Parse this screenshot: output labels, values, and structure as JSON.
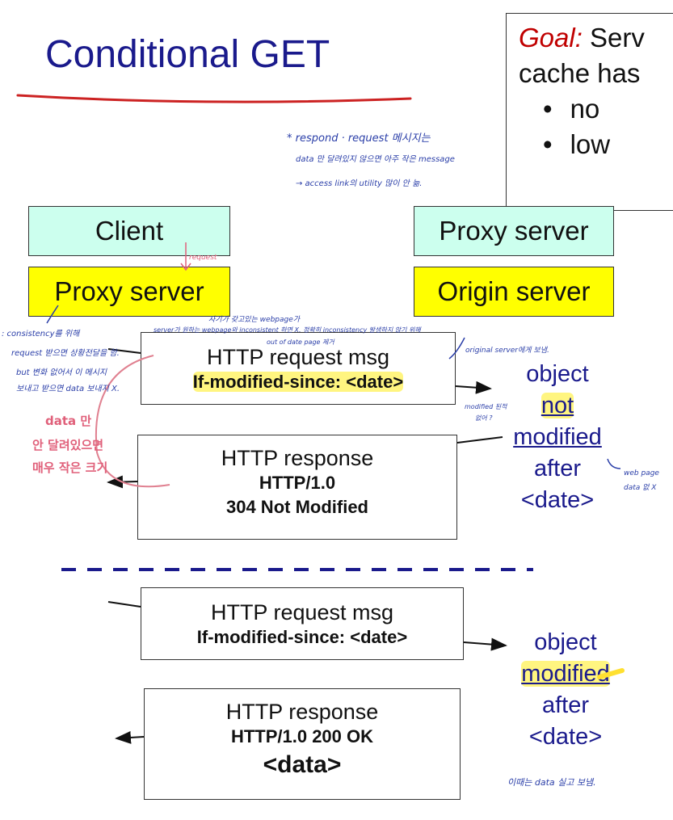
{
  "title": "Conditional GET",
  "goal_box": {
    "goal_label": "Goal:",
    "goal_text": "Serv",
    "line2": "cache has",
    "bullet1": "no",
    "bullet2": "low"
  },
  "nodes": {
    "client": "Client",
    "proxy_left": "Proxy server",
    "proxy_right": "Proxy server",
    "origin": "Origin server"
  },
  "exchange1": {
    "request_title": "HTTP request msg",
    "request_header": "If-modified-since: <date>",
    "response_title": "HTTP response",
    "response_line2": "HTTP/1.0",
    "response_line3": "304 Not Modified",
    "status_line1": "object",
    "status_line2": "not",
    "status_line3": "modified",
    "status_line4": "after",
    "status_line5": "<date>"
  },
  "exchange2": {
    "request_title": "HTTP request msg",
    "request_header": "If-modified-since: <date>",
    "response_title": "HTTP response",
    "response_line2": "HTTP/1.0 200 OK",
    "response_line3": "<data>",
    "status_line1": "object",
    "status_line2": "modified",
    "status_line3": "after",
    "status_line4": "<date>"
  },
  "handwritten": {
    "top_note1": "* respond · request 메시지는",
    "top_note2": "data 만 달려있지 않으면 아주 작은 message",
    "top_note3": "→ access link의 utility 많이 안 늚.",
    "request_arrow": "request",
    "left_note1": ": consistency를 위해",
    "left_note2": "request 받으면 상황전달을 함.",
    "left_note3": "but 변화 없어서 이 메시지",
    "left_note4": "보내고 받으면 data 보내지 X.",
    "mid_note1": "자기가 갖고있는 webpage가",
    "mid_note2": "server가 원하는 webpage와 inconsistent 하면 X. 정확히 inconsistency 발생하지 않기 위해",
    "mid_note3": "out of date page 제거",
    "right_note": "original server에게 보냄.",
    "modified_q1": "modified 된적",
    "modified_q2": "없어 ?",
    "pink1": "data 만",
    "pink2": "안 달려있으면",
    "pink3": "매우 작은 크기",
    "webpage_note1": "web page",
    "webpage_note2": "data 없 X",
    "bottom_note": "이때는 data 실고 보냄."
  },
  "colors": {
    "title": "#1a1a8c",
    "goal": "#c00000",
    "cyan_box": "#ccffee",
    "yellow_box": "#ffff00",
    "divider": "#1a1a8c",
    "ink_blue": "#2a3ea8",
    "ink_pink": "#e0607a"
  }
}
